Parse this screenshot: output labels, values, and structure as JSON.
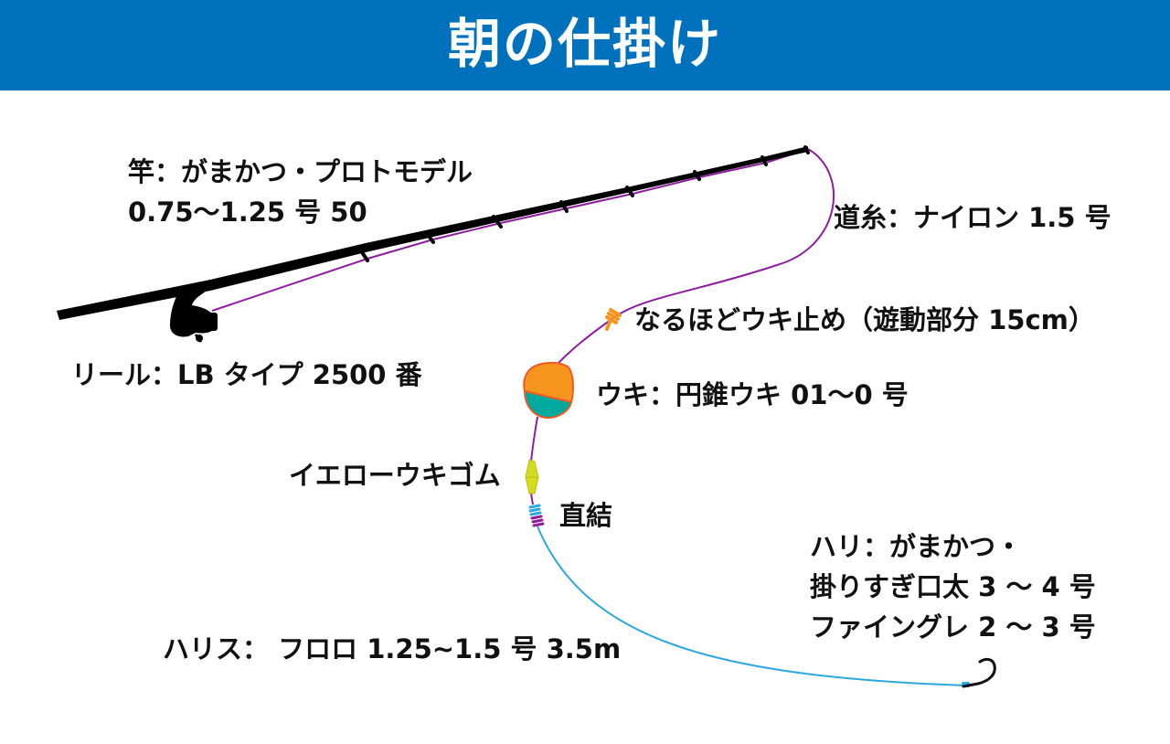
{
  "header": {
    "title": "朝の仕掛け",
    "background": "#0071BC"
  },
  "labels": {
    "rod": {
      "line1": "竿：がまかつ・プロトモデル",
      "line2": "0.75〜1.25 号 50"
    },
    "main_line": "道糸：ナイロン 1.5 号",
    "float_stopper": "なるほどウキ止め（遊動部分 15cm）",
    "reel": "リール：LB タイプ 2500 番",
    "float": "ウキ：円錐ウキ 01〜0 号",
    "float_rubber": "イエローウキゴム",
    "direct_knot": "直結",
    "hook": {
      "line1": "ハリ：がまかつ・",
      "line2": "掛りすぎ口太 3 〜 4 号",
      "line3": "ファイングレ 2 〜 3 号"
    },
    "leader": "ハリス： フロロ 1.25~1.5 号 3.5m"
  },
  "colors": {
    "main_line": "#8E1E9E",
    "leader_line": "#29A8E0",
    "float_top": "#F7941D",
    "float_bottom": "#00A99D",
    "float_outline": "#F15A24",
    "rubber": "#D4DC1E",
    "stopper": "#F7941D",
    "rod": "#000000"
  },
  "icons": [
    "rod-icon",
    "reel-icon",
    "float-icon",
    "float-stopper-icon",
    "float-rubber-icon",
    "knot-icon",
    "hook-icon"
  ]
}
